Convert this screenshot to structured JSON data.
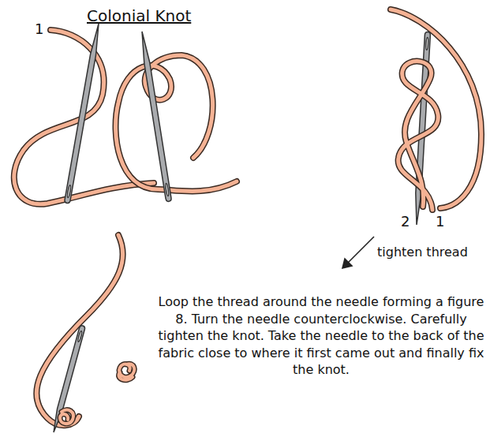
{
  "diagram": {
    "title": "Colonial Knot",
    "labels": [
      "1",
      "2",
      "1",
      "tighten thread",
      "Loop the thread around the needle forming a figure 8. Turn the needle counterclockwise. Carefully tighten the knot. Take the needle to the back of the fabric close to where it first came out and finally fix the knot."
    ]
  }
}
